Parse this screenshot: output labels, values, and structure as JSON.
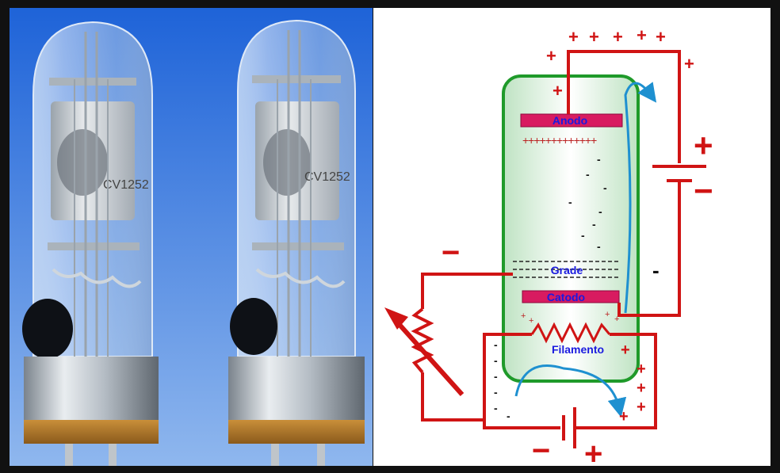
{
  "labels": {
    "anode": "Anodo",
    "grid": "Grade",
    "cathode": "Catodo",
    "filament": "Filamento"
  },
  "tube_text": [
    "CV1252",
    "CV1252"
  ],
  "signs": {
    "plus": "+",
    "minus": "−",
    "dash": "-",
    "anode_charges": "+++++++++++++"
  },
  "colors": {
    "wire": "#d01414",
    "tube_outline": "#1f9a2a",
    "electrode": "#d81b60",
    "flow_arrow": "#1e90d0",
    "label": "#1a1adf",
    "sky": "#2f6fd6"
  }
}
